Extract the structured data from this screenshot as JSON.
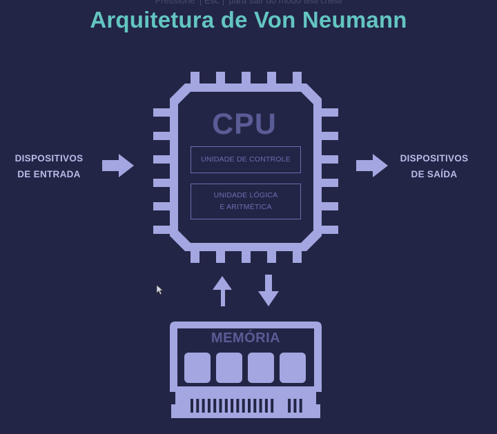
{
  "hint": {
    "before": "Pressione",
    "key": "Esc",
    "after": "para sair do modo tela cheia"
  },
  "title": "Arquitetura de Von Neumann",
  "input_devices": {
    "line1": "DISPOSITIVOS",
    "line2": "DE ENTRADA"
  },
  "output_devices": {
    "line1": "DISPOSITIVOS",
    "line2": "DE SAÍDA"
  },
  "cpu": {
    "label": "CPU",
    "control_unit": "UNIDADE DE CONTROLE",
    "alu": {
      "line1": "UNIDADE LÓGICA",
      "line2": "E ARITMÉTICA"
    }
  },
  "memory": {
    "label": "MEMÓRIA"
  },
  "colors": {
    "background": "#232546",
    "title": "#63c5c1",
    "shape": "#a3a6e0",
    "chip_fill": "#232546",
    "inner_text": "#5a5c96"
  },
  "icons": [
    "arrow-right-icon",
    "arrow-up-icon",
    "arrow-down-icon",
    "cpu-chip-icon",
    "memory-module-icon",
    "mouse-cursor-icon"
  ]
}
